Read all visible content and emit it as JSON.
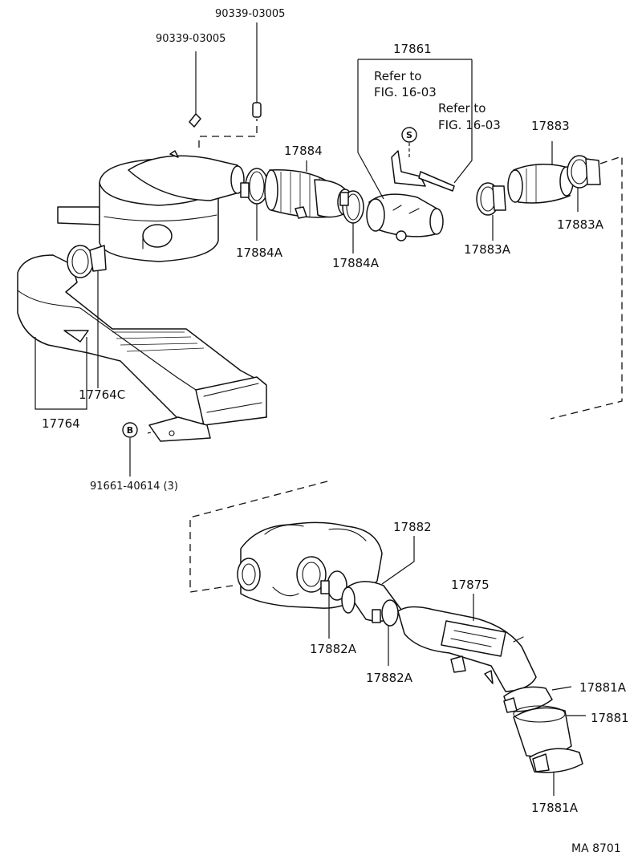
{
  "diagram": {
    "code": "MA  8701",
    "parts": {
      "p90339_a": "90339-03005",
      "p90339_b": "90339-03005",
      "p17861": "17861",
      "refer_a_line1": "Refer to",
      "refer_a_line2": "FIG. 16-03",
      "refer_b_line1": "Refer to",
      "refer_b_line2": "FIG. 16-03",
      "p17884": "17884",
      "p17883": "17883",
      "p17884A_a": "17884A",
      "p17884A_b": "17884A",
      "p17883A_a": "17883A",
      "p17883A_b": "17883A",
      "p17764C": "17764C",
      "p17764": "17764",
      "p91661": "91661-40614 (3)",
      "p17882": "17882",
      "p17875": "17875",
      "p17882A_a": "17882A",
      "p17882A_b": "17882A",
      "p17881A_a": "17881A",
      "p17881": "17881",
      "p17881A_b": "17881A"
    },
    "symbols": {
      "s": "S",
      "b": "B"
    }
  }
}
